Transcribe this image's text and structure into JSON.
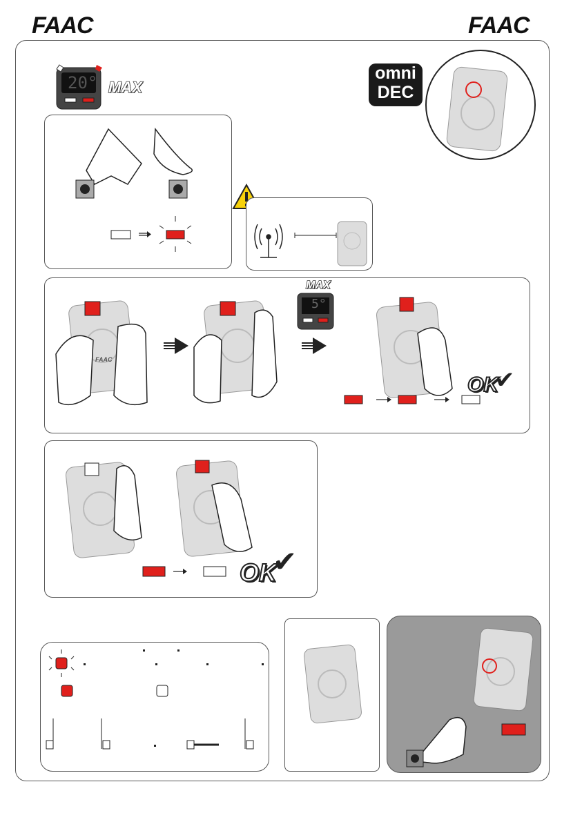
{
  "header": {
    "logo_left": "FAAC",
    "logo_right": "FAAC"
  },
  "receiver": {
    "display_top": "20°",
    "max_label_top": "MAX",
    "display_mid": "5°",
    "max_label_mid": "MAX"
  },
  "omnidec": {
    "line1": "omni",
    "line2": "DEC"
  },
  "remote": {
    "brand": "FAAC"
  },
  "ok": {
    "label1": "OK",
    "label2": "OK"
  },
  "colors": {
    "red": "#e0201c",
    "dark_panel": "#9a9a9a",
    "border": "#555555"
  },
  "icons": [
    "warning-icon",
    "antenna-icon",
    "hand-icon",
    "arrow-icon",
    "check-icon"
  ]
}
